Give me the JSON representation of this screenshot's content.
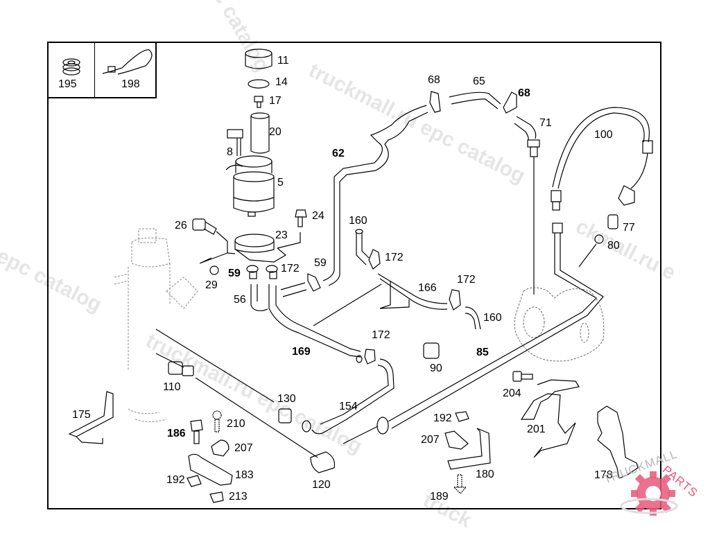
{
  "diagram": {
    "title": "Power steering hydraulic system parts diagram",
    "legend_parts": [
      {
        "number": "195",
        "icon": "grommet-icon"
      },
      {
        "number": "198",
        "icon": "cable-tie-icon"
      }
    ],
    "part_labels": [
      {
        "id": "11",
        "text": "11"
      },
      {
        "id": "14",
        "text": "14"
      },
      {
        "id": "17",
        "text": "17"
      },
      {
        "id": "20",
        "text": "20"
      },
      {
        "id": "8",
        "text": "8"
      },
      {
        "id": "5",
        "text": "5"
      },
      {
        "id": "24",
        "text": "24"
      },
      {
        "id": "26",
        "text": "26"
      },
      {
        "id": "23",
        "text": "23"
      },
      {
        "id": "29",
        "text": "29"
      },
      {
        "id": "59a",
        "text": "59"
      },
      {
        "id": "172a",
        "text": "172"
      },
      {
        "id": "59b",
        "text": "59"
      },
      {
        "id": "56",
        "text": "56"
      },
      {
        "id": "62",
        "text": "62"
      },
      {
        "id": "68a",
        "text": "68"
      },
      {
        "id": "65",
        "text": "65"
      },
      {
        "id": "68b",
        "text": "68"
      },
      {
        "id": "71",
        "text": "71"
      },
      {
        "id": "100",
        "text": "100"
      },
      {
        "id": "77",
        "text": "77"
      },
      {
        "id": "80",
        "text": "80"
      },
      {
        "id": "160a",
        "text": "160"
      },
      {
        "id": "172b",
        "text": "172"
      },
      {
        "id": "166",
        "text": "166"
      },
      {
        "id": "172c",
        "text": "172"
      },
      {
        "id": "160b",
        "text": "160"
      },
      {
        "id": "169",
        "text": "169"
      },
      {
        "id": "172d",
        "text": "172"
      },
      {
        "id": "90",
        "text": "90"
      },
      {
        "id": "85",
        "text": "85"
      },
      {
        "id": "154",
        "text": "154"
      },
      {
        "id": "130",
        "text": "130"
      },
      {
        "id": "120",
        "text": "120"
      },
      {
        "id": "110",
        "text": "110"
      },
      {
        "id": "175",
        "text": "175"
      },
      {
        "id": "186",
        "text": "186"
      },
      {
        "id": "210",
        "text": "210"
      },
      {
        "id": "207a",
        "text": "207"
      },
      {
        "id": "183",
        "text": "183"
      },
      {
        "id": "192a",
        "text": "192"
      },
      {
        "id": "213",
        "text": "213"
      },
      {
        "id": "204",
        "text": "204"
      },
      {
        "id": "201",
        "text": "201"
      },
      {
        "id": "192b",
        "text": "192"
      },
      {
        "id": "207b",
        "text": "207"
      },
      {
        "id": "180",
        "text": "180"
      },
      {
        "id": "189",
        "text": "189"
      },
      {
        "id": "178",
        "text": "178"
      }
    ]
  },
  "watermarks": {
    "catalog_text_1": "truckmall.ru epc catalog",
    "catalog_text_2": "l epc catalog",
    "catalog_text_3": "truckmall.ru epc catalog",
    "catalog_text_4": "ckmall.ru e",
    "catalog_text_5": "c catalog",
    "catalog_text_6": "truckmall.ru epc catalog",
    "catalog_text_7": "truck"
  },
  "logo": {
    "text_gray": "TRUCKMALL",
    "text_red": "PARTS",
    "colors": {
      "red": "#e8587a",
      "gray": "#c8c8c8"
    }
  }
}
